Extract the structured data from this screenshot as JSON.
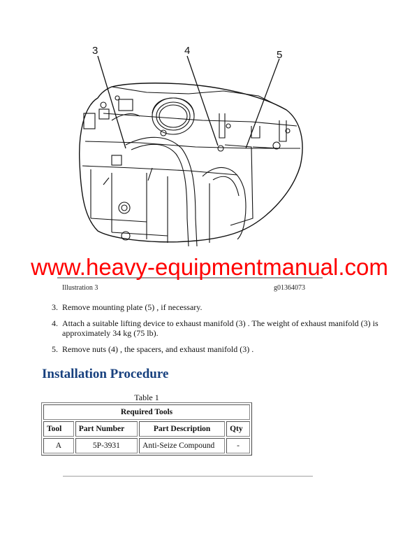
{
  "illustration": {
    "callouts": [
      "3",
      "4",
      "5"
    ],
    "label": "Illustration 3",
    "graphic_id": "g01364073"
  },
  "watermark": "www.heavy-equipmentmanual.com",
  "steps": [
    {
      "num": "3.",
      "text": "Remove mounting plate (5) , if necessary."
    },
    {
      "num": "4.",
      "text": "Attach a suitable lifting device to exhaust manifold (3) . The weight of exhaust manifold (3) is approximately 34 kg (75 lb)."
    },
    {
      "num": "5.",
      "text": "Remove nuts (4) , the spacers, and exhaust manifold (3) ."
    }
  ],
  "section": {
    "heading": "Installation Procedure"
  },
  "table": {
    "caption": "Table 1",
    "title": "Required Tools",
    "headers": [
      "Tool",
      "Part Number",
      "Part Description",
      "Qty"
    ],
    "rows": [
      [
        "A",
        "5P-3931",
        "Anti-Seize Compound",
        "-"
      ]
    ]
  }
}
